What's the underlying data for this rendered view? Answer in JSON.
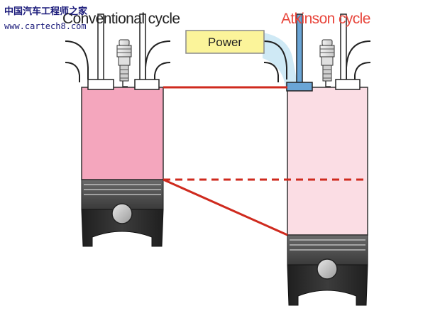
{
  "watermark": {
    "site_name": "中国汽车工程师之家",
    "url": "www.cartech8.com"
  },
  "labels": {
    "conventional": "Conventional cycle",
    "atkinson": "Atkinson cycle",
    "power": "Power"
  },
  "colors": {
    "conventional_title": "#222222",
    "atkinson_title": "#e8463c",
    "power_box_fill": "#fbf49a",
    "power_box_stroke": "#8a8a8a",
    "conventional_chamber": "#f4a6bd",
    "atkinson_chamber": "#fbdde4",
    "stroke_lines": "#cf2a1e",
    "piston_crown": "#4a4a4a",
    "piston_body": "#2d2d2d",
    "valve_open_fill": "#6aa5d6",
    "intake_flow": "#cfe9f5",
    "watermark": "#1a1a7a"
  }
}
